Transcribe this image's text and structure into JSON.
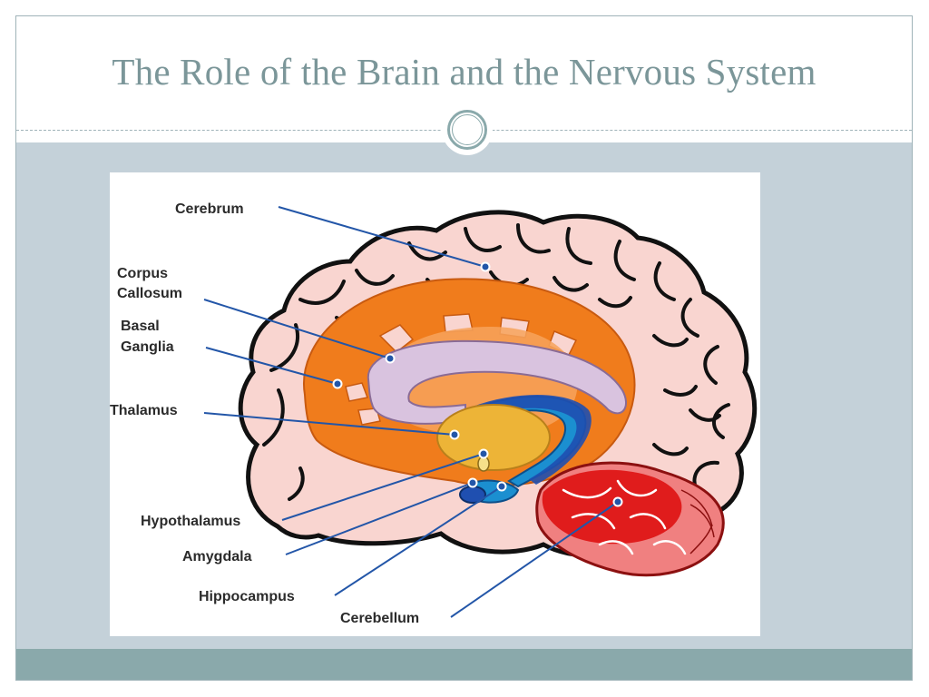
{
  "slide": {
    "title": "The Role of the Brain and the Nervous System"
  },
  "diagram": {
    "labels": {
      "cerebrum": "Cerebrum",
      "corpus_line1": "Corpus",
      "corpus_line2": "Callosum",
      "basal_line1": "Basal",
      "basal_line2": "Ganglia",
      "thalamus": "Thalamus",
      "hypothalamus": "Hypothalamus",
      "amygdala": "Amygdala",
      "hippocampus": "Hippocampus",
      "cerebellum": "Cerebellum"
    },
    "colors": {
      "cerebrum_fill": "#f9d5d0",
      "limbic_ring": "#f07c1c",
      "corpus_callosum": "#d9c3df",
      "thalamus": "#edb437",
      "hippocampus": "#1b8fd0",
      "cerebellum": "#e01c1c",
      "leader_line": "#2356a8"
    }
  }
}
